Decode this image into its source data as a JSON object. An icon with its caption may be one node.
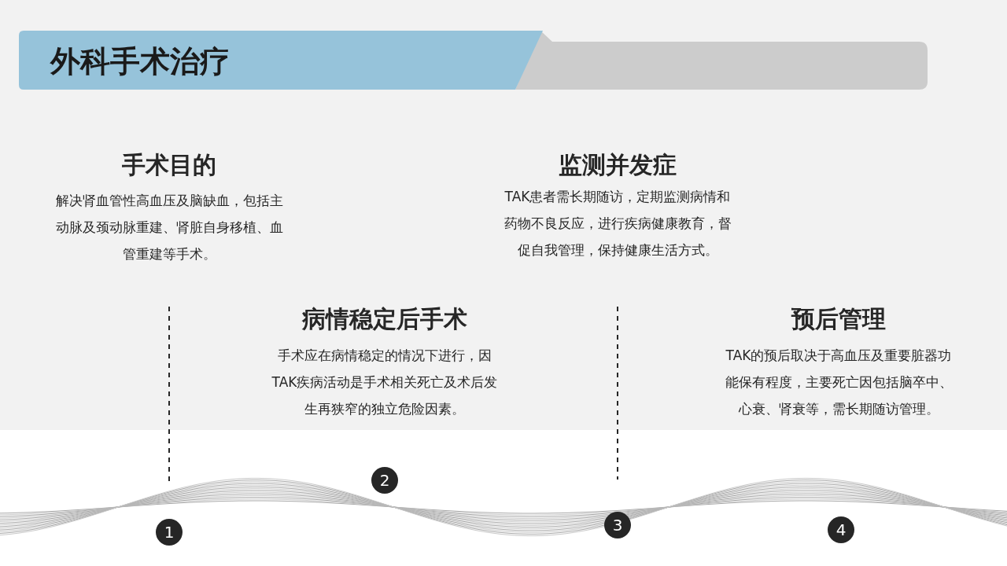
{
  "diagram": {
    "title": "外科手术治疗",
    "nodes": [
      {
        "text": [
          "1"
        ]
      },
      {
        "text": [
          "2"
        ]
      },
      {
        "text": [
          "3"
        ]
      },
      {
        "text": [
          "4"
        ]
      }
    ],
    "edges": [],
    "labels": [
      "手术目的",
      "解决肾血管性高血压及脑缺血，包括主动脉及颈动脉重建、肾脏自身移植、血管重建等手术。",
      "病情稳定后手术",
      "手术应在病情稳定的情况下进行，因TAK疾病活动是手术相关死亡及术后发生再狭窄的独立危险因素。",
      "监测并发症",
      "TAK患者需长期随访，定期监测病情和药物不良反应，进行疾病健康教育，督促自我管理，保持健康生活方式。",
      "预后管理",
      "TAK的预后取决于高血压及重要脏器功能保有程度，主要死亡因包括脑卒中、心衰、肾衰等，需长期随访管理。"
    ]
  }
}
